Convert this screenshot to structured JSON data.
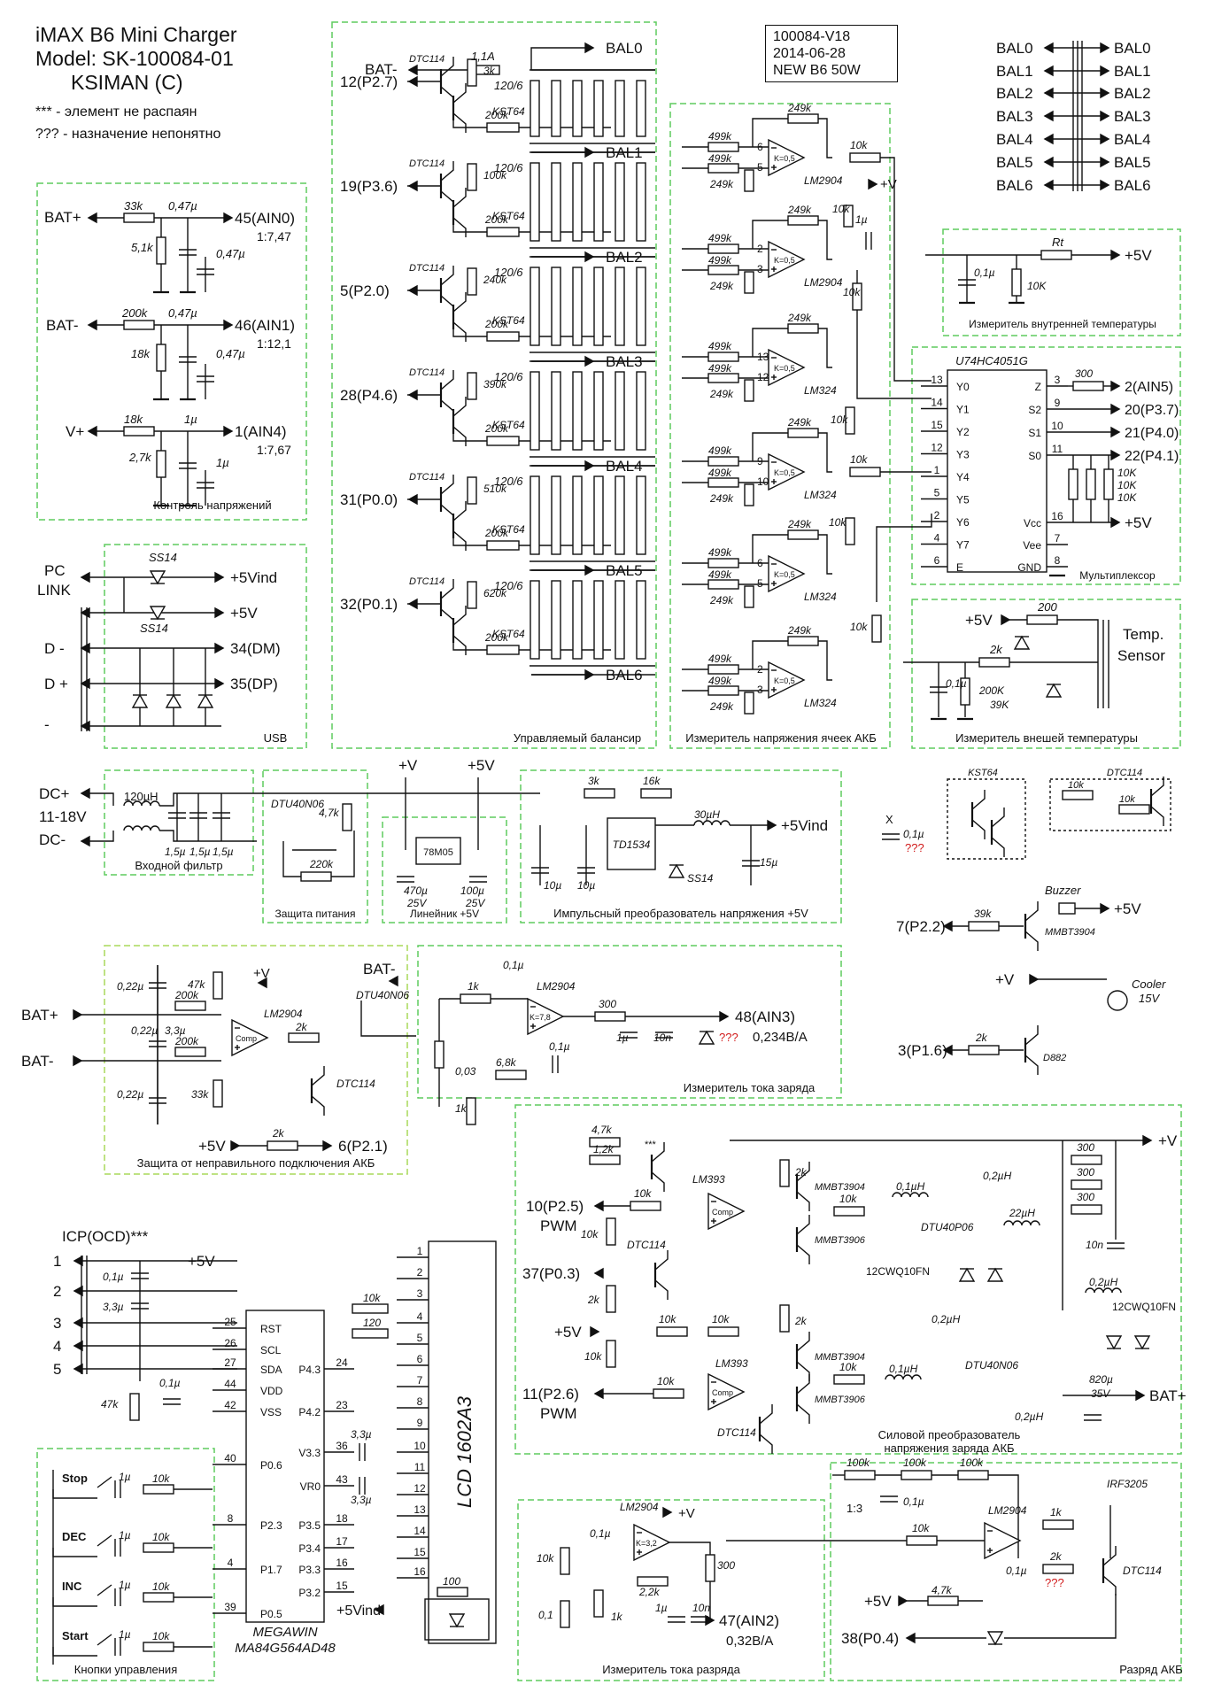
{
  "header": {
    "line1": "iMAX B6 Mini Charger",
    "line2": "Model: SK-100084-01",
    "line3": "KSIMAN (C)",
    "note1": "*** - элемент не распаян",
    "note2": "??? - назначение непонятно"
  },
  "version": {
    "line1": "100084-V18",
    "line2": "2014-06-28",
    "line3": "NEW B6 50W"
  },
  "colors": {
    "block_border": "#5fcc5f",
    "wire": "#111111",
    "question": "#d11a1a"
  },
  "balance_map": [
    "BAL0",
    "BAL1",
    "BAL2",
    "BAL3",
    "BAL4",
    "BAL5",
    "BAL6"
  ],
  "blocks": {
    "voltage_control": "Контроль напряжений",
    "usb": "USB",
    "balancer": "Управляемый балансир",
    "cell_meter": "Измеритель напряжения ячеек АКБ",
    "int_temp": "Измеритель внутренней температуры",
    "mux": "Мультиплексор",
    "ext_temp": "Измеритель внешей температуры",
    "input_filter": "Входной фильтр",
    "power_protect": "Защита питания",
    "linear": "Линейник +5V",
    "switching": "Импульсный преобразователь напряжения +5V",
    "reverse_protect": "Защита от неправильного подключения АКБ",
    "charge_current": "Измеритель тока заряда",
    "power_converter_1": "Силовой преобразователь",
    "power_converter_2": "напряжения заряда АКБ",
    "buttons": "Кнопки управления",
    "discharge_current": "Измеритель тока разряда",
    "discharge": "Разряд АКБ"
  },
  "labels": {
    "bat_plus": "BAT+",
    "bat_minus": "BAT-",
    "vplus": "V+",
    "plus_v": "+V",
    "p5v": "+5V",
    "p5vind": "+5Vind",
    "pc_link_1": "PC",
    "pc_link_2": "LINK",
    "d_minus": "D -",
    "d_plus": "D +",
    "minus": "-",
    "dm": "34(DM)",
    "dp": "35(DP)",
    "ain0": "45(AIN0)",
    "ratio0": "1:7,47",
    "ain1": "46(AIN1)",
    "ratio1": "1:12,1",
    "ain4": "1(AIN4)",
    "ratio4": "1:7,67",
    "ain5": "2(AIN5)",
    "p37": "20(P3.7)",
    "p40": "21(P4.0)",
    "p41": "22(P4.1)",
    "temp_sensor_1": "Temp.",
    "temp_sensor_2": "Sensor",
    "dcplus": "DC+",
    "dcminus": "DC-",
    "dc_range": "11-18V",
    "ain3": "48(AIN3)",
    "ain3_ratio": "0,234В/А",
    "ain2": "47(AIN2)",
    "ain2_ratio": "0,32В/А",
    "p27": "12(P2.7)",
    "p36": "19(P3.6)",
    "p20": "5(P2.0)",
    "p46": "28(P4.6)",
    "p00": "31(P0.0)",
    "p01": "32(P0.1)",
    "p22": "7(P2.2)",
    "p16": "3(P1.6)",
    "p21": "6(P2.1)",
    "p25": "10(P2.5)",
    "p03": "37(P0.3)",
    "p26": "11(P2.6)",
    "p04": "38(P0.4)",
    "pwm": "PWM",
    "icp": "ICP(OCD)***",
    "buzzer": "Buzzer",
    "cooler": "Cooler",
    "cooler_v": "15V",
    "qqq": "???",
    "ratio13": "1:3",
    "stars": "***"
  },
  "parts": {
    "fuse": "1,1A",
    "r120_6": "120/6",
    "kst64": "KST64",
    "dtc114": "DTC114",
    "lm2904": "LM2904",
    "lm324": "LM324",
    "lm393": "LM393",
    "mux_ic": "U74HC4051G",
    "td1534": "TD1534",
    "m78m05": "78M05",
    "dtu40n06": "DTU40N06",
    "dtu40p06": "DTU40P06",
    "irf3205": "IRF3205",
    "mmbt3904": "MMBT3904",
    "mmbt3906": "MMBT3906",
    "ss14": "SS14",
    "d882": "D882",
    "schottky1": "12CWQ10FN",
    "schottky2": "12CWQ10FN",
    "mcu_1": "MEGAWIN",
    "mcu_2": "MA84G564AD48",
    "lcd": "LCD  1602A3",
    "k05": "K=0,5",
    "k78": "K=7,8",
    "k32": "K=3,2",
    "comp": "Comp",
    "r3k": "3k",
    "r100k": "100k",
    "r240k": "240k",
    "r390k": "390k",
    "r510k": "510k",
    "r620k": "620k",
    "r200k": "200k",
    "r499k": "499k",
    "r249k": "249k",
    "r10k": "10k",
    "r33k": "33k",
    "r5_1k": "5,1k",
    "r18k": "18k",
    "r2_7k": "2,7k",
    "c047": "0,47µ",
    "c1u": "1µ",
    "c01": "0,1µ",
    "rt": "Rt",
    "r10K": "10K",
    "r300": "300",
    "r200": "200",
    "r2k": "2k",
    "r200K": "200K",
    "r39K": "39K",
    "l120": "120µH",
    "c15": "1,5µ",
    "r4_7k": "4,7k",
    "r220k": "220k",
    "c470": "470µ",
    "v25": "25V",
    "c100": "100µ",
    "r16k": "16k",
    "l30": "30µH",
    "c15u": "15µ",
    "c10u": "10µ",
    "r39k": "39k",
    "r47k": "47k",
    "c022": "0,22µ",
    "c3_3": "3,3µ",
    "r1k": "1k",
    "r0_03": "0,03",
    "r6_8k": "6,8k",
    "c10n": "10n",
    "r1_2k": "1,2k",
    "l01": "0,1µH",
    "l02": "0,2µH",
    "l22": "22µH",
    "c820": "820µ",
    "v35": "35V",
    "r120": "120",
    "r0_1": "0,1",
    "r2_2k": "2,2k",
    "r100": "100",
    "x": "X"
  },
  "mcu_pins_left": [
    {
      "num": "25",
      "name": "RST"
    },
    {
      "num": "26",
      "name": "SCL"
    },
    {
      "num": "27",
      "name": "SDA"
    },
    {
      "num": "44",
      "name": "VDD"
    },
    {
      "num": "42",
      "name": "VSS"
    },
    {
      "num": "40",
      "name": "P0.6"
    },
    {
      "num": "8",
      "name": "P2.3"
    },
    {
      "num": "4",
      "name": "P1.7"
    },
    {
      "num": "39",
      "name": "P0.5"
    }
  ],
  "mcu_pins_right": [
    {
      "num": "24",
      "name": "P4.3"
    },
    {
      "num": "23",
      "name": "P4.2"
    },
    {
      "num": "36",
      "name": "V3.3"
    },
    {
      "num": "43",
      "name": "VR0"
    },
    {
      "num": "18",
      "name": "P3.5"
    },
    {
      "num": "17",
      "name": "P3.4"
    },
    {
      "num": "16",
      "name": "P3.3"
    },
    {
      "num": "15",
      "name": "P3.2"
    }
  ],
  "lcd_pins": [
    "1",
    "2",
    "3",
    "4",
    "5",
    "6",
    "7",
    "8",
    "9",
    "10",
    "11",
    "12",
    "13",
    "14",
    "15",
    "16"
  ],
  "icp_pins": [
    "1",
    "2",
    "3",
    "4",
    "5"
  ],
  "buttons": [
    "Stop",
    "DEC",
    "INC",
    "Start"
  ],
  "mux_pins_left": [
    {
      "num": "13",
      "name": "Y0"
    },
    {
      "num": "14",
      "name": "Y1"
    },
    {
      "num": "15",
      "name": "Y2"
    },
    {
      "num": "12",
      "name": "Y3"
    },
    {
      "num": "1",
      "name": "Y4"
    },
    {
      "num": "5",
      "name": "Y5"
    },
    {
      "num": "2",
      "name": "Y6"
    },
    {
      "num": "4",
      "name": "Y7"
    },
    {
      "num": "6",
      "name": "E"
    }
  ],
  "mux_pins_right": [
    {
      "num": "3",
      "name": "Z"
    },
    {
      "num": "9",
      "name": "S2"
    },
    {
      "num": "10",
      "name": "S1"
    },
    {
      "num": "11",
      "name": "S0"
    },
    {
      "num": "16",
      "name": "Vcc"
    },
    {
      "num": "7",
      "name": "Vee"
    },
    {
      "num": "8",
      "name": "GND"
    }
  ]
}
